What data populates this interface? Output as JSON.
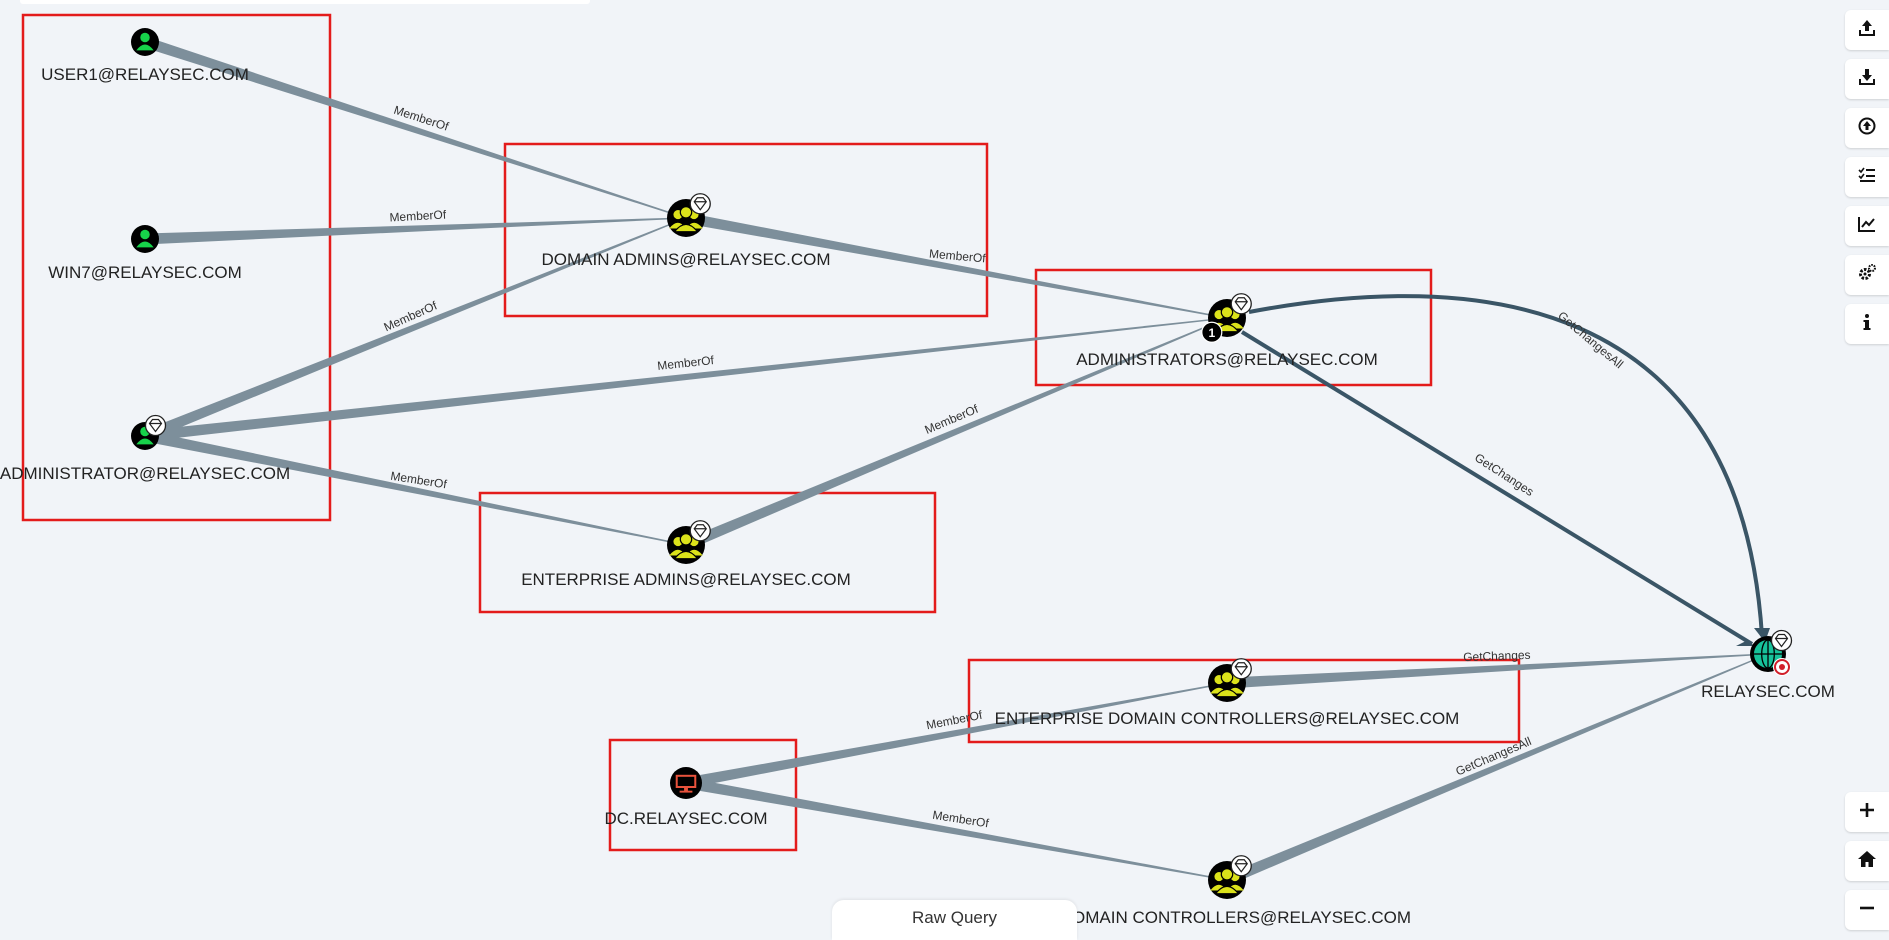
{
  "nodes": [
    {
      "id": "user1",
      "label": "USER1@RELAYSEC.COM",
      "type": "user",
      "highvalue": false
    },
    {
      "id": "win7",
      "label": "WIN7@RELAYSEC.COM",
      "type": "user",
      "highvalue": false
    },
    {
      "id": "administrator",
      "label": "ADMINISTRATOR@RELAYSEC.COM",
      "type": "user",
      "highvalue": true
    },
    {
      "id": "domainadmins",
      "label": "DOMAIN ADMINS@RELAYSEC.COM",
      "type": "group",
      "highvalue": true
    },
    {
      "id": "enterpriseadmins",
      "label": "ENTERPRISE ADMINS@RELAYSEC.COM",
      "type": "group",
      "highvalue": true
    },
    {
      "id": "administrators",
      "label": "ADMINISTRATORS@RELAYSEC.COM",
      "type": "group",
      "highvalue": true,
      "badge": "1"
    },
    {
      "id": "edc",
      "label": "ENTERPRISE DOMAIN CONTROLLERS@RELAYSEC.COM",
      "type": "group",
      "highvalue": true
    },
    {
      "id": "dc",
      "label": "DC.RELAYSEC.COM",
      "type": "computer",
      "highvalue": false
    },
    {
      "id": "domaincontrollers",
      "label": "OMAIN CONTROLLERS@RELAYSEC.COM",
      "type": "group",
      "highvalue": true
    },
    {
      "id": "relaysec",
      "label": "RELAYSEC.COM",
      "type": "domain",
      "highvalue": true
    }
  ],
  "edges": [
    {
      "from": "user1",
      "to": "domainadmins",
      "label": "MemberOf"
    },
    {
      "from": "win7",
      "to": "domainadmins",
      "label": "MemberOf"
    },
    {
      "from": "administrator",
      "to": "domainadmins",
      "label": "MemberOf"
    },
    {
      "from": "administrator",
      "to": "administrators",
      "label": "MemberOf"
    },
    {
      "from": "administrator",
      "to": "enterpriseadmins",
      "label": "MemberOf"
    },
    {
      "from": "domainadmins",
      "to": "administrators",
      "label": "MemberOf"
    },
    {
      "from": "enterpriseadmins",
      "to": "administrators",
      "label": "MemberOf"
    },
    {
      "from": "administrators",
      "to": "relaysec",
      "label": "GetChangesAll",
      "curved": true
    },
    {
      "from": "administrators",
      "to": "relaysec",
      "label": "GetChanges"
    },
    {
      "from": "edc",
      "to": "relaysec",
      "label": "GetChanges"
    },
    {
      "from": "dc",
      "to": "edc",
      "label": "MemberOf"
    },
    {
      "from": "dc",
      "to": "domaincontrollers",
      "label": "MemberOf"
    },
    {
      "from": "domaincontrollers",
      "to": "relaysec",
      "label": "GetChangesAll"
    }
  ],
  "colors": {
    "background": "#f1f4f8",
    "user_node": "#17d24a",
    "group_node": "#dbe21a",
    "domain_node": "#17c29a",
    "computer_node": "#e8523c",
    "memberof_edge": "#7d8f9b",
    "getchanges_edge": "#3a5566",
    "highlight_box": "#e31b1b"
  },
  "toolbar": {
    "top": [
      "upload-icon",
      "download-icon",
      "upload-circle-icon",
      "checklist-icon",
      "chart-icon",
      "gears-icon",
      "info-icon"
    ],
    "bottom": [
      "zoom-in-icon",
      "home-icon",
      "zoom-out-icon"
    ]
  },
  "raw_query": {
    "label": "Raw Query"
  }
}
